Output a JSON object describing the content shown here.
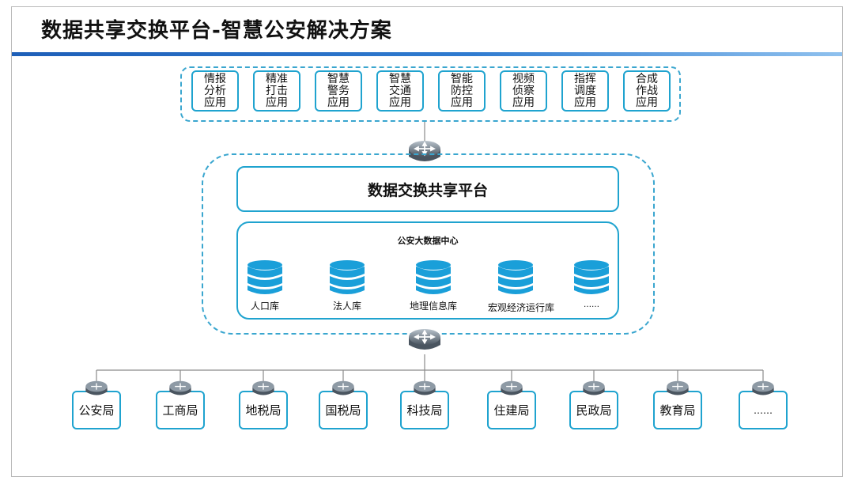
{
  "title": "数据共享交换平台-智慧公安解决方案",
  "apps": [
    {
      "label": "情报\n分析\n应用",
      "icon": "app-box"
    },
    {
      "label": "精准\n打击\n应用",
      "icon": "app-box"
    },
    {
      "label": "智慧\n警务\n应用",
      "icon": "app-box"
    },
    {
      "label": "智慧\n交通\n应用",
      "icon": "app-box"
    },
    {
      "label": "智能\n防控\n应用",
      "icon": "app-box"
    },
    {
      "label": "视频\n侦察\n应用",
      "icon": "app-box"
    },
    {
      "label": "指挥\n调度\n应用",
      "icon": "app-box"
    },
    {
      "label": "合成\n作战\n应用",
      "icon": "app-box"
    }
  ],
  "platform": {
    "title": "数据交换共享平台",
    "center_title": "公安大数据中心",
    "databases": [
      "人口库",
      "法人库",
      "地理信息库",
      "宏观经济运行库",
      "……"
    ]
  },
  "bureaus": [
    "公安局",
    "工商局",
    "地税局",
    "国税局",
    "科技局",
    "住建局",
    "民政局",
    "教育局",
    "……"
  ],
  "colors": {
    "accent": "#1fa3cf",
    "database": "#1a9fd9",
    "title_bar": "#1e5fb8",
    "router": "#5f6b78"
  }
}
